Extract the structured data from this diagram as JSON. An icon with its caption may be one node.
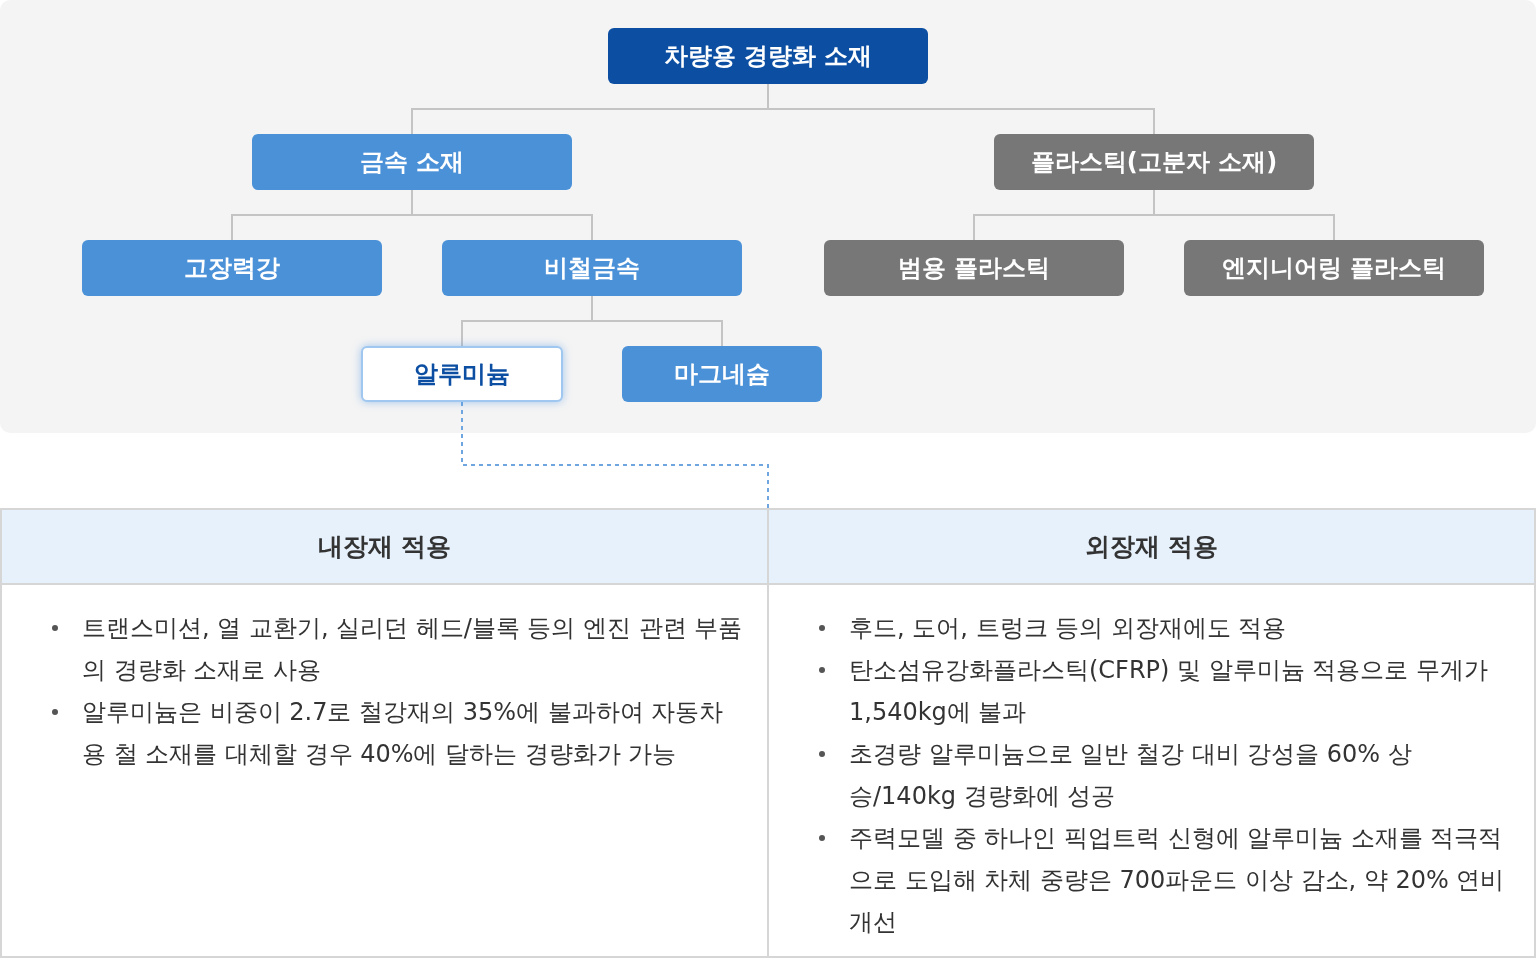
{
  "diagram": {
    "nodes": [
      {
        "text": [
          "차량용 경량화 소재"
        ]
      },
      {
        "text": [
          "금속 소재"
        ]
      },
      {
        "text": [
          "플라스틱(고분자 소재)"
        ]
      },
      {
        "text": [
          "고장력강"
        ]
      },
      {
        "text": [
          "비철금속"
        ]
      },
      {
        "text": [
          "알루미늄"
        ]
      },
      {
        "text": [
          "마그네슘"
        ]
      },
      {
        "text": [
          "범용 플라스틱"
        ]
      },
      {
        "text": [
          "엔지니어링 플라스틱"
        ]
      },
      {
        "text": [],
        "shape": "box"
      },
      {
        "text": [
          "내장재 적용",
          "트랜스미션, 열 교환기, 실리던 헤드/블록 등의 엔진 관련 부품의 경량화 소재로 사용",
          "알루미늄은 비중이 2.7로 철강재의 35%에 불과하여 자동차용 철 소재를 대체할 경우 40%에 달하는 경량화가 가능"
        ],
        "in": 9
      },
      {
        "text": [
          "외장재 적용",
          "후드, 도어, 트렁크 등의 외장재에도 적용",
          "탄소섬유강화플라스틱(CFRP) 및 알루미늄 적용으로 무게가 1,540kg에 불과",
          "초경량 알루미늄으로 일반 철강 대비 강성을 60% 상승/140kg 경량화에 성공",
          "주력모델 중 하나인 픽업트럭 신형에 알루미늄 소재를 적극적으로 도입해 차체 중량은 700파운드 이상 감소, 약 20% 연비 개선"
        ],
        "in": 9
      }
    ],
    "edges": [
      {
        "from": 0,
        "to": 1,
        "arrow": "none"
      },
      {
        "from": 0,
        "to": 2,
        "arrow": "none"
      },
      {
        "from": 1,
        "to": 3,
        "arrow": "none"
      },
      {
        "from": 1,
        "to": 4,
        "arrow": "none"
      },
      {
        "from": 4,
        "to": 5,
        "arrow": "none"
      },
      {
        "from": 4,
        "to": 6,
        "arrow": "none"
      },
      {
        "from": 2,
        "to": 7,
        "arrow": "none"
      },
      {
        "from": 2,
        "to": 8,
        "arrow": "none"
      },
      {
        "from": 5,
        "to": 9,
        "arrow": "none",
        "style": "dashed",
        "color": "#6fa6e0"
      }
    ]
  }
}
